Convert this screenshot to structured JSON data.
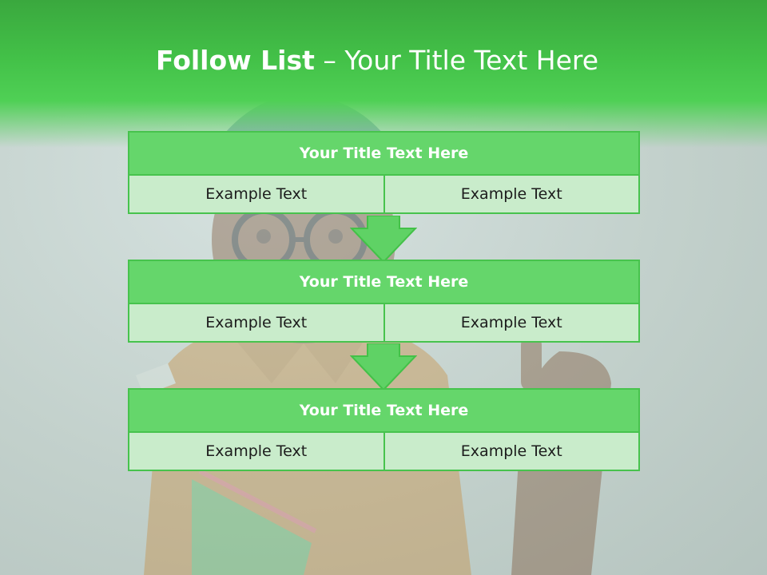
{
  "slide": {
    "title_bold": "Follow List",
    "title_rest": " – Your Title Text Here"
  },
  "steps": [
    {
      "title": "Your Title Text Here",
      "left": "Example Text",
      "right": "Example Text"
    },
    {
      "title": "Your Title Text Here",
      "left": "Example Text",
      "right": "Example Text"
    },
    {
      "title": "Your Title Text Here",
      "left": "Example Text",
      "right": "Example Text"
    }
  ],
  "colors": {
    "header_green": "#43c148",
    "block_title_green": "#65d66b",
    "block_cell_green": "#c9eccb",
    "border_green": "#47c34d"
  }
}
